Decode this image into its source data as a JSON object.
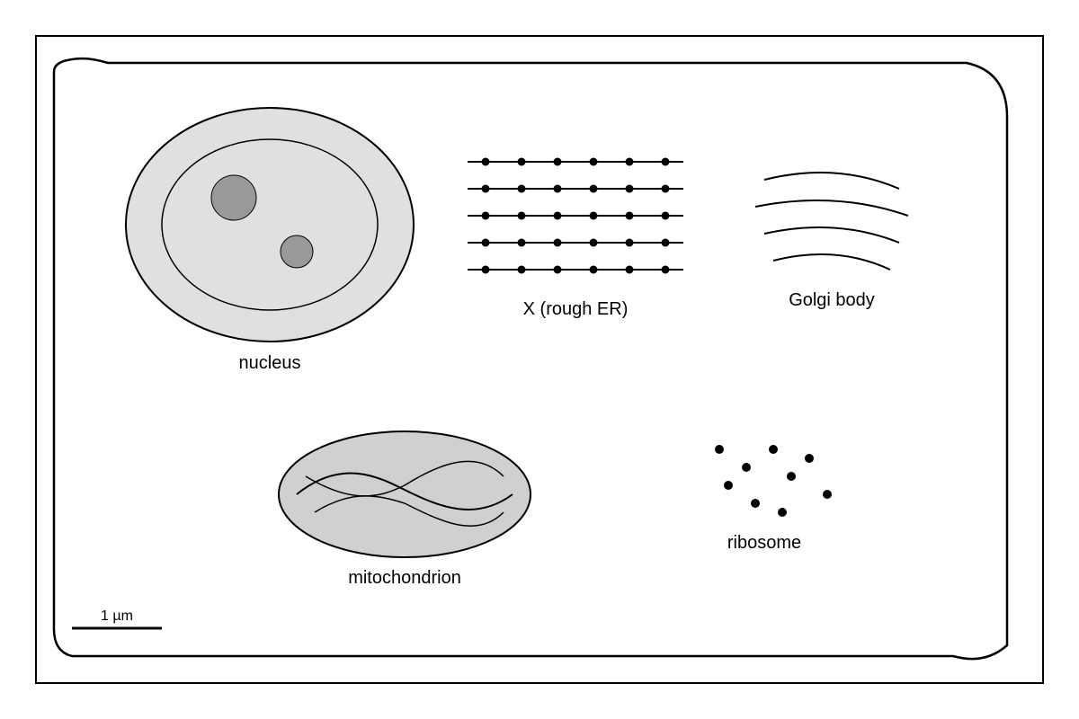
{
  "labels": {
    "nucleus": "nucleus",
    "rough_er": "X (rough ER)",
    "golgi": "Golgi body",
    "mitochondrion": "mitochondrion",
    "ribosome": "ribosome"
  },
  "scale_bar": {
    "label": "1 µm"
  },
  "colors": {
    "outline": "#000000",
    "nucleus_fill": "#e0e0e0",
    "nucleolus_fill": "#999999",
    "mitochondrion_fill": "#d0d0d0",
    "background": "#ffffff"
  }
}
